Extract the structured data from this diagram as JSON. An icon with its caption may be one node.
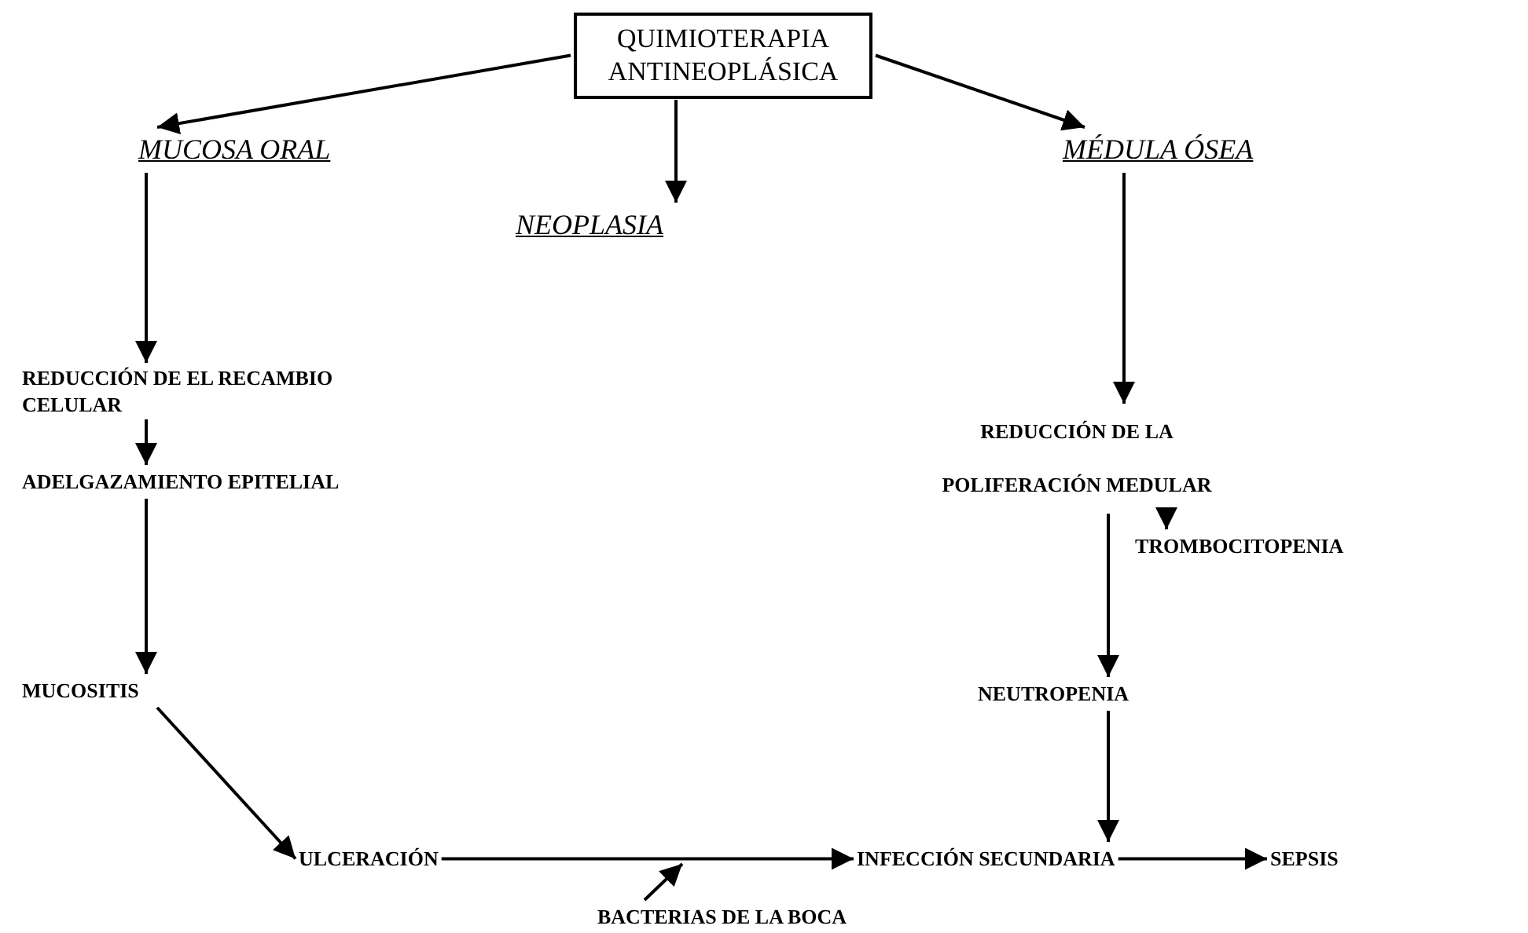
{
  "diagram": {
    "nodes": [
      {
        "text": [
          "QUIMIOTERAPIA ANTINEOPLÁSICA"
        ]
      },
      {
        "text": [
          "MUCOSA ORAL"
        ]
      },
      {
        "text": [
          "NEOPLASIA"
        ]
      },
      {
        "text": [
          "MÉDULA ÓSEA"
        ]
      },
      {
        "text": [
          "REDUCCIÓN DE EL RECAMBIO CELULAR"
        ]
      },
      {
        "text": [
          "ADELGAZAMIENTO EPITELIAL"
        ]
      },
      {
        "text": [
          "MUCOSITIS"
        ]
      },
      {
        "text": [
          "REDUCCIÓN DE LA POLIFERACIÓN MEDULAR"
        ]
      },
      {
        "text": [
          "TROMBOCITOPENIA"
        ]
      },
      {
        "text": [
          "NEUTROPENIA"
        ]
      },
      {
        "text": [
          "ULCERACIÓN"
        ]
      },
      {
        "text": [
          "INFECCIÓN SECUNDARIA"
        ]
      },
      {
        "text": [
          "SEPSIS"
        ]
      },
      {
        "text": [
          "BACTERIAS DE LA BOCA"
        ]
      }
    ],
    "edges": [
      {
        "from": 0,
        "to": 1,
        "arrow": "to"
      },
      {
        "from": 0,
        "to": 2,
        "arrow": "to"
      },
      {
        "from": 0,
        "to": 3,
        "arrow": "to"
      },
      {
        "from": 1,
        "to": 4,
        "arrow": "to"
      },
      {
        "from": 4,
        "to": 5,
        "arrow": "to"
      },
      {
        "from": 5,
        "to": 6,
        "arrow": "to"
      },
      {
        "from": 6,
        "to": 10,
        "arrow": "to"
      },
      {
        "from": 10,
        "to": 11,
        "arrow": "to"
      },
      {
        "from": 13,
        "to": null,
        "arrow": "to"
      },
      {
        "from": 3,
        "to": 7,
        "arrow": "to"
      },
      {
        "from": 7,
        "to": 8,
        "arrow": "to"
      },
      {
        "from": 7,
        "to": 9,
        "arrow": "to"
      },
      {
        "from": 9,
        "to": 11,
        "arrow": "to"
      },
      {
        "from": 11,
        "to": 12,
        "arrow": "to"
      }
    ]
  }
}
